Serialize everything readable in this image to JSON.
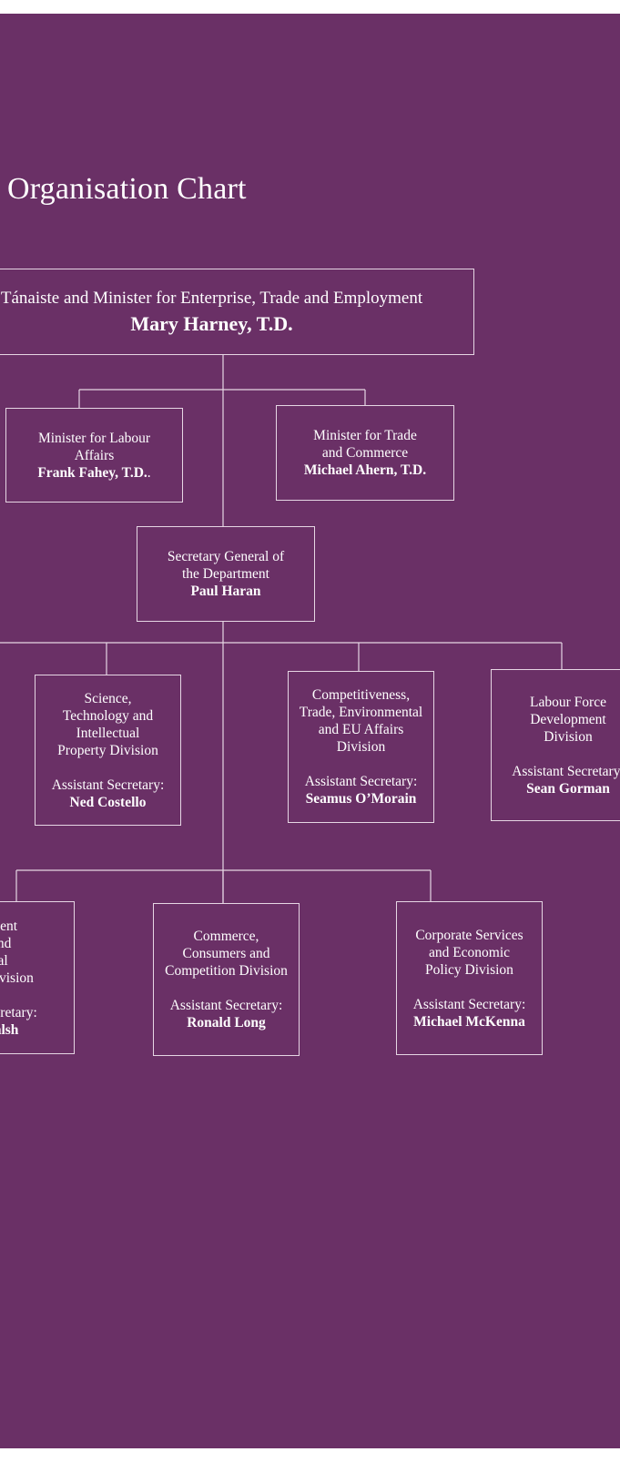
{
  "title": "Organisation Chart",
  "top": {
    "role": "Tánaiste and Minister for Enterprise, Trade and Employment",
    "name": "Mary Harney, T.D."
  },
  "ministers": [
    {
      "role_l1": "Minister for Labour",
      "role_l2": "Affairs",
      "name": "Frank Fahey, T.D.",
      "name_suffix": "."
    },
    {
      "role_l1": "Minister for Trade",
      "role_l2": "and Commerce",
      "name": "Michael Ahern, T.D."
    }
  ],
  "secretary_general": {
    "role_l1": "Secretary General of",
    "role_l2": "the Department",
    "name": "Paul Haran"
  },
  "divisions_row1": [
    {
      "lines": [
        "Science,",
        "Technology and",
        "Intellectual",
        "Property Division"
      ],
      "assistant_label": "Assistant Secretary:",
      "name": "Ned Costello"
    },
    {
      "lines": [
        "Competitiveness,",
        "Trade, Environmental",
        "and EU Affairs",
        "Division"
      ],
      "assistant_label": "Assistant Secretary:",
      "name": "Seamus O’Morain"
    },
    {
      "lines": [
        "Labour Force",
        "Development",
        "Division"
      ],
      "assistant_label": "Assistant Secretary:",
      "name": "Sean Gorman"
    }
  ],
  "divisions_row2": [
    {
      "lines": [
        "Employment",
        "Rights and",
        "Industrial",
        "Relations Division"
      ],
      "assistant_label": "Assistant Secretary:",
      "name": "Brian Walsh"
    },
    {
      "lines": [
        "Commerce,",
        "Consumers and",
        "Competition Division"
      ],
      "assistant_label": "Assistant Secretary:",
      "name": "Ronald Long"
    },
    {
      "lines": [
        "Corporate Services",
        "and Economic",
        "Policy Division"
      ],
      "assistant_label": "Assistant Secretary:",
      "name": "Michael McKenna"
    }
  ],
  "colors": {
    "background": "#6a3066",
    "lines": "#e6d6e4",
    "text": "#ffffff"
  }
}
